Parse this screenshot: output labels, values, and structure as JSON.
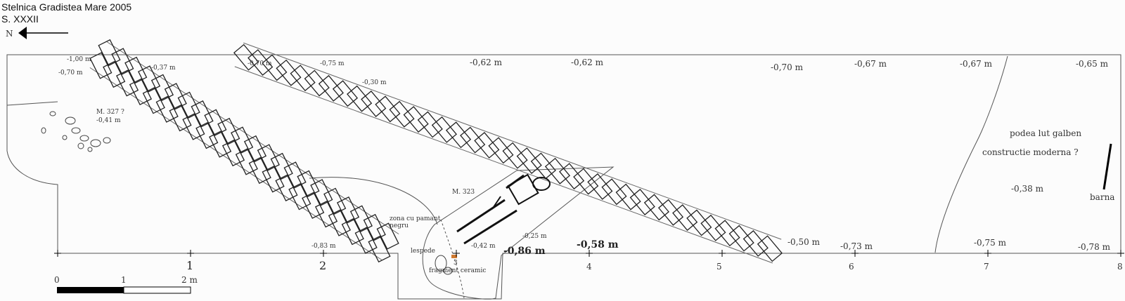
{
  "title": "Stelnica Gradistea Mare 2005",
  "subtitle": "S. XXXII",
  "north_label": "N",
  "axis_ticks": [
    "1",
    "2",
    "4",
    "5",
    "6",
    "7",
    "8"
  ],
  "scale_bar": {
    "labels": [
      "0",
      "1",
      "2 m"
    ]
  },
  "depths": {
    "d1": "-1,00 m",
    "d2": "-0,70 m",
    "d3": "-0,37 m",
    "d4": "-0,70 m",
    "d5": "-0,75 m",
    "d6": "-0,30 m",
    "d7": "-0,62 m",
    "d8": "-0,62 m",
    "d9": "-0,70 m",
    "d10": "-0,67 m",
    "d11": "-0,67 m",
    "d12": "-0,65 m",
    "d13": "-0,41 m",
    "d14": "-0,83 m",
    "d15": "-0,42 m",
    "d16": "-0,25 m",
    "d17": "-0,86 m",
    "d18": "-0,58 m",
    "d19": "-0,50 m",
    "d20": "-0,73 m",
    "d21": "-0,75 m",
    "d22": "-0,78 m",
    "d23": "-0,38 m"
  },
  "annotations": {
    "m327": "M. 327 ?",
    "m323": "M. 323",
    "zona1": "zona cu pamant",
    "zona2": "negru",
    "lespede": "lespede",
    "three": "3",
    "fragment": "fragment ceramic",
    "podea": "podea lut galben",
    "constructie": "constructie moderna ?",
    "barna": "barna"
  }
}
